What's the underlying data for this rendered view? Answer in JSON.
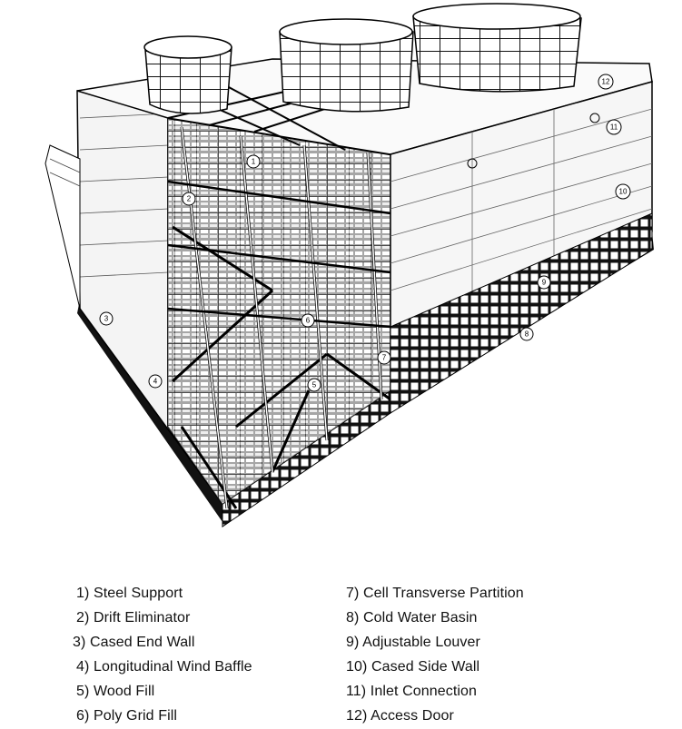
{
  "diagram": {
    "callouts": [
      "1",
      "2",
      "3",
      "4",
      "5",
      "6",
      "7",
      "8",
      "9",
      "10",
      "11",
      "12"
    ]
  },
  "legend": {
    "left": [
      "1) Steel  Support",
      "2) Drift  Eliminator",
      "3) Cased End  Wall",
      "4) Longitudinal  Wind Baffle",
      "5) Wood Fill",
      "6) Poly Grid Fill"
    ],
    "right": [
      "7) Cell Transverse Partition",
      "8) Cold Water Basin",
      "9) Adjustable Louver",
      "10) Cased Side Wall",
      "11) Inlet Connection",
      "12) Access Door"
    ]
  }
}
